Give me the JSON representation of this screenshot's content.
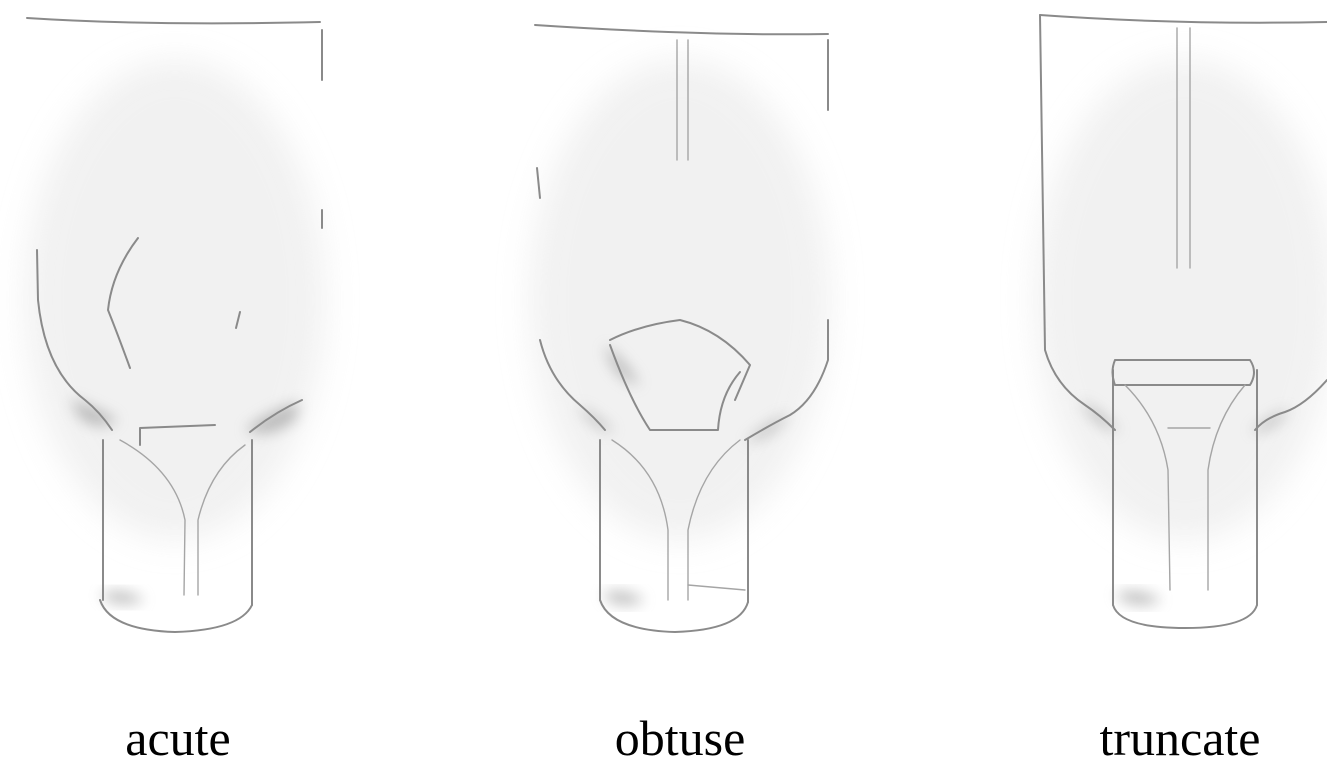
{
  "figures": [
    {
      "id": "acute",
      "label": "acute"
    },
    {
      "id": "obtuse",
      "label": "obtuse"
    },
    {
      "id": "truncate",
      "label": "truncate"
    }
  ]
}
